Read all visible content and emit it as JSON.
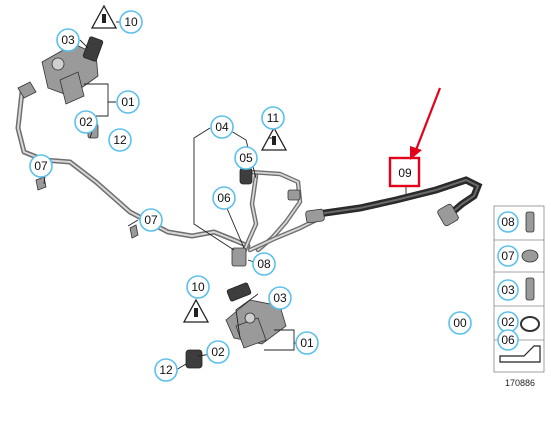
{
  "diagram": {
    "callouts": [
      {
        "label": "10"
      },
      {
        "label": "03"
      },
      {
        "label": "01"
      },
      {
        "label": "02"
      },
      {
        "label": "12"
      },
      {
        "label": "07"
      },
      {
        "label": "07"
      },
      {
        "label": "04"
      },
      {
        "label": "11"
      },
      {
        "label": "05"
      },
      {
        "label": "06"
      },
      {
        "label": "08"
      },
      {
        "label": "09"
      },
      {
        "label": "10"
      },
      {
        "label": "03"
      },
      {
        "label": "01"
      },
      {
        "label": "02"
      },
      {
        "label": "12"
      },
      {
        "label": "00"
      }
    ],
    "legend_items": [
      {
        "label": "08"
      },
      {
        "label": "07"
      },
      {
        "label": "03"
      },
      {
        "label": "02"
      },
      {
        "label": "06"
      }
    ],
    "highlight_color": "#e3001b",
    "callout_color": "#5bc0eb",
    "diagram_number": "170886"
  }
}
